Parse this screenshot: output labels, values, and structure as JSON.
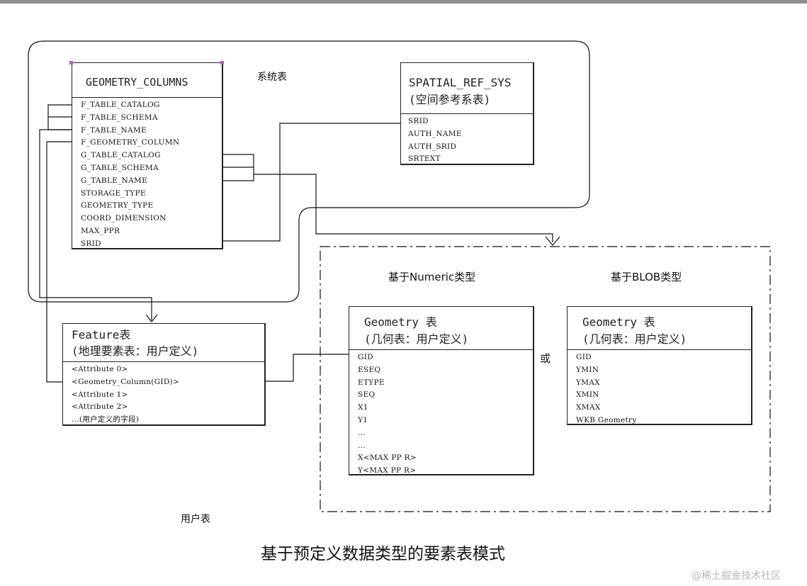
{
  "labels": {
    "system_tables": "系统表",
    "user_tables": "用户表",
    "numeric_type": "基于Numeric类型",
    "blob_type": "基于BLOB类型",
    "or": "或"
  },
  "caption": "基于预定义数据类型的要素表模式",
  "watermark": "@稀土掘金技术社区",
  "tables": {
    "geometry_columns": {
      "title": "GEOMETRY_COLUMNS",
      "fields": [
        "F_TABLE_CATALOG",
        "F_TABLE_SCHEMA",
        "F_TABLE_NAME",
        "F_GEOMETRY_COLUMN",
        "G_TABLE_CATALOG",
        "G_TABLE_SCHEMA",
        "G_TABLE_NAME",
        "STORAGE_TYPE",
        "GEOMETRY_TYPE",
        "COORD_DIMENSION",
        "MAX_PPR",
        "SRID"
      ]
    },
    "spatial_ref_sys": {
      "title": "SPATIAL_REF_SYS",
      "subtitle": "(空间参考系表)",
      "fields": [
        "SRID",
        "AUTH_NAME",
        "AUTH_SRID",
        "SRTEXT"
      ]
    },
    "feature": {
      "title": "Feature表",
      "subtitle": "(地理要素表：用户定义)",
      "fields": [
        "<Attribute 0>",
        "<Geometry_Column(GID)>",
        "<Attribute 1>",
        "<Attribute 2>",
        "...(用户定义的字段)"
      ]
    },
    "geometry_numeric": {
      "title": "Geometry 表",
      "subtitle": "(几何表：用户定义)",
      "fields": [
        "GID",
        "ESEQ",
        "ETYPE",
        "SEQ",
        "X1",
        "Y1",
        "...",
        "...",
        "X<MAX PP R>",
        "Y<MAX PP R>"
      ]
    },
    "geometry_blob": {
      "title": "Geometry 表",
      "subtitle": "(几何表：用户定义)",
      "fields": [
        "GID",
        "YMIN",
        "YMAX",
        "XMIN",
        "XMAX",
        "WKB Geometry"
      ]
    }
  },
  "colors": {
    "line": "#111111",
    "top_bar": "#8f8f8f",
    "handle": "#b061b0"
  }
}
